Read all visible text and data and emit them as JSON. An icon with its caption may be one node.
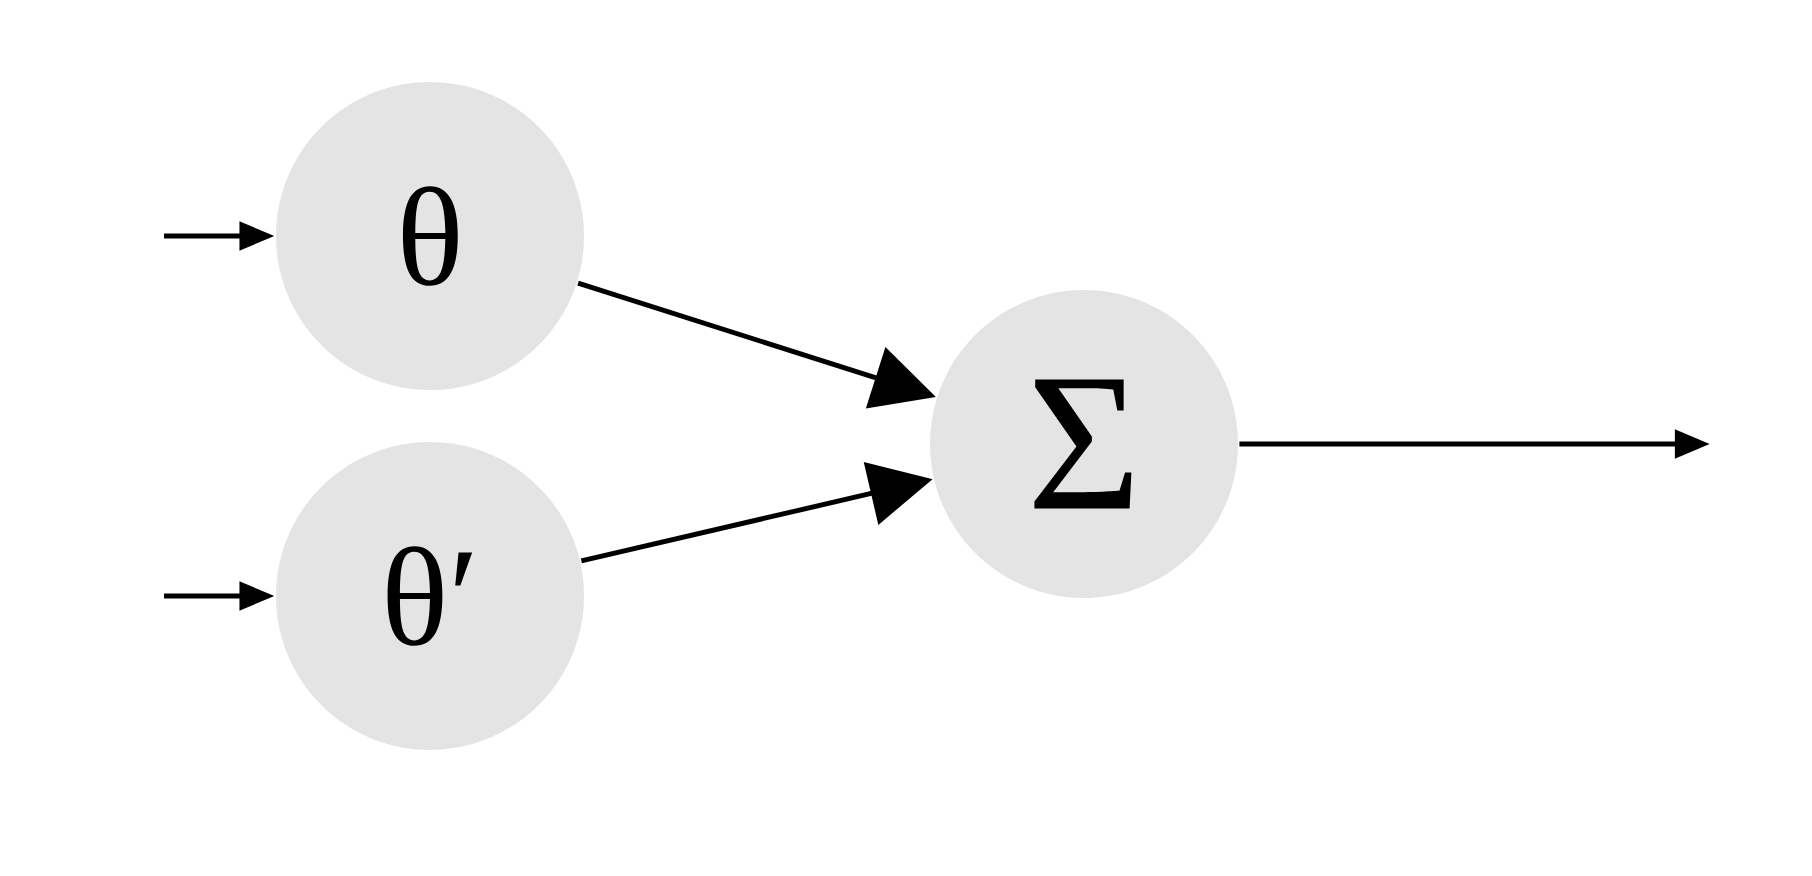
{
  "diagram": {
    "nodes": [
      {
        "text": [
          "θ"
        ]
      },
      {
        "text": [
          "θ′"
        ]
      },
      {
        "text": [
          "Σ"
        ]
      }
    ],
    "edges": [
      {
        "from": null,
        "to": 0,
        "arrow": "to"
      },
      {
        "from": null,
        "to": 1,
        "arrow": "to"
      },
      {
        "from": 0,
        "to": 2,
        "arrow": "to"
      },
      {
        "from": 1,
        "to": 2,
        "arrow": "to"
      },
      {
        "from": 2,
        "to": null,
        "arrow": "to"
      }
    ]
  }
}
